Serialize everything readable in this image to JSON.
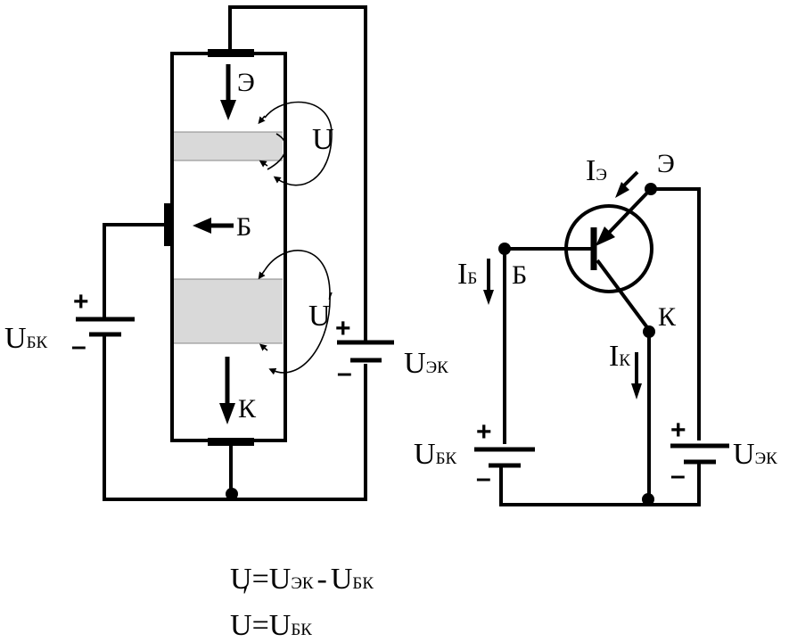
{
  "left": {
    "emitter": "Э",
    "base": "Б",
    "collector": "К",
    "u_inner": "U",
    "u_outer": "U",
    "u_outer_prime": "′",
    "ubk_main": "U",
    "ubk_sub": "БК",
    "uek_main": "U",
    "uek_sub": "ЭК",
    "plus": "+",
    "minus": "–"
  },
  "right": {
    "ie_main": "I",
    "ie_sub": "Э",
    "ib_main": "I",
    "ib_sub": "Б",
    "ik_main": "I",
    "ik_sub": "К",
    "emitter": "Э",
    "base": "Б",
    "collector": "К",
    "ubk_main": "U",
    "ubk_sub": "БК",
    "uek_main": "U",
    "uek_sub": "ЭК",
    "plus": "+",
    "minus": "–"
  },
  "formulas": {
    "f1_u": "U",
    "f1_prime": "′",
    "f1_eq": "=",
    "f1_uek": "U",
    "f1_uek_sub": "ЭК",
    "f1_minus": "-",
    "f1_ubk": "U",
    "f1_ubk_sub": "БК",
    "f2_u": "U",
    "f2_eq": "=",
    "f2_ubk": "U",
    "f2_ubk_sub": "БК"
  }
}
